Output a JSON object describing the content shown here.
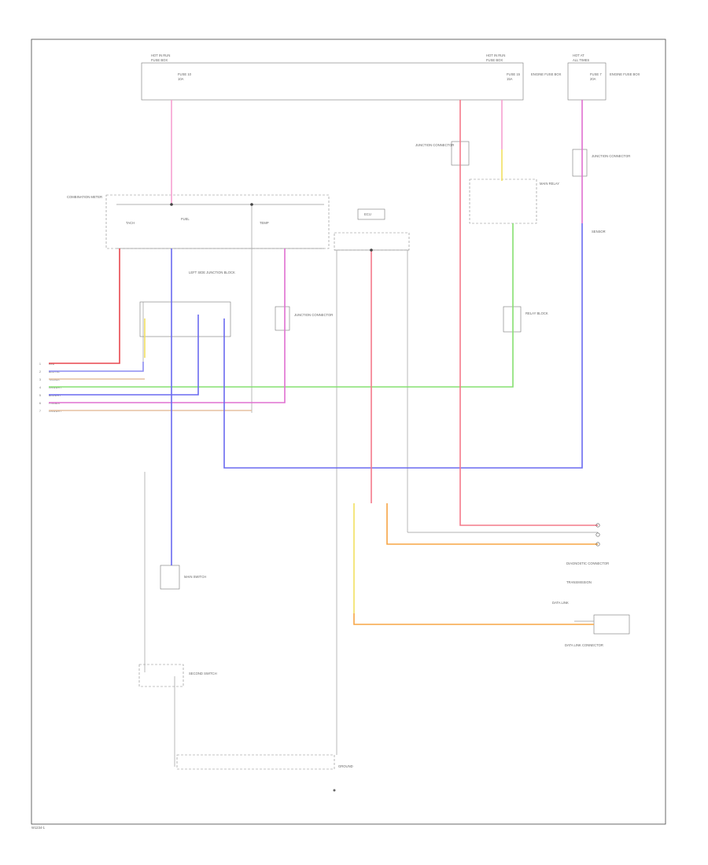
{
  "footer": {
    "code": "W1234-1"
  },
  "fuses": {
    "left": {
      "header": "HOT IN RUN",
      "sub": "FUSE BOX",
      "fuse": "FUSE 10",
      "amps": "10A"
    },
    "mid": {
      "header": "HOT IN RUN",
      "sub": "FUSE BOX",
      "fuse": "FUSE 15",
      "amps": "15A",
      "desc": "ENGINE FUSE BOX"
    },
    "right": {
      "header": "HOT AT",
      "sub": "ALL TIMES",
      "fuse": "FUSE 7",
      "amps": "20A",
      "desc": "ENGINE FUSE BOX"
    }
  },
  "components": {
    "combination_meter": {
      "label": "COMBINATION METER"
    },
    "fuel_indicator": {
      "label": "FUEL"
    },
    "meter_left": {
      "label": "TACH"
    },
    "meter_right": {
      "label": "TEMP"
    },
    "ecu": {
      "label": "ECU"
    },
    "left_block": {
      "label": "LEFT SIDE JUNCTION BLOCK"
    },
    "mid_connector": {
      "label": "JUNCTION CONNECTOR"
    },
    "mid_connector2": {
      "label": "JUNCTION CONNECTOR"
    },
    "relay": {
      "label": "MAIN RELAY"
    },
    "relay_right": {
      "label": "RELAY BLOCK"
    },
    "right_connector": {
      "label": "JUNCTION CONNECTOR"
    },
    "right_sensor": {
      "label": "SENSOR"
    },
    "switch_main": {
      "label": "MAIN SWITCH"
    },
    "switch_second": {
      "label": "SECOND SWITCH"
    },
    "ground": {
      "label": "GROUND"
    },
    "diag_connector": {
      "label": "DIAGNOSTIC CONNECTOR"
    },
    "diag_note": {
      "label": "TRANSMISSION"
    },
    "data_link": {
      "label": "DATA LINK"
    },
    "data_link_note": {
      "label": "DATA LINK CONNECTOR"
    }
  },
  "harness_labels": [
    "RED",
    "BLU/YEL",
    "YEL/BLK",
    "GRN/WHT",
    "BLU/WHT",
    "PNK/BLK",
    "ORN/WHT"
  ],
  "legend": [
    "1",
    "2",
    "3",
    "4",
    "5",
    "6",
    "7"
  ],
  "colors": {
    "red": "#e8474f",
    "pink": "#f7a0d0",
    "magenta": "#e070d0",
    "green": "#86e070",
    "blue": "#6a6af0",
    "yellow": "#f2e060",
    "orange": "#f7a545",
    "salmon": "#f47a8a",
    "lightblue": "#8c8cf2",
    "tan": "#e6c0a0",
    "gray": "#9a9a9a"
  }
}
